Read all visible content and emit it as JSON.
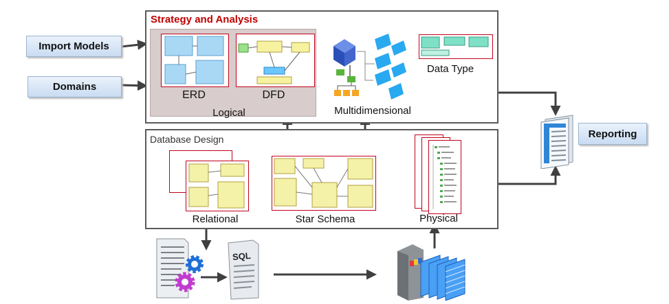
{
  "inputs": {
    "import_models": "Import Models",
    "domains": "Domains"
  },
  "strategy": {
    "title": "Strategy and Analysis",
    "title_color": "#c00000",
    "erd": "ERD",
    "dfd": "DFD",
    "logical": "Logical",
    "multidimensional": "Multidimensional",
    "data_type": "Data Type"
  },
  "database": {
    "title": "Database Design",
    "relational": "Relational",
    "star_schema": "Star Schema",
    "physical": "Physical"
  },
  "outputs": {
    "reporting": "Reporting",
    "sql": "SQL"
  },
  "colors": {
    "panel_border": "#5a5a5a",
    "arrow": "#404040",
    "thumb_border": "#c0001a",
    "accent_blue": "#2f86d6"
  }
}
